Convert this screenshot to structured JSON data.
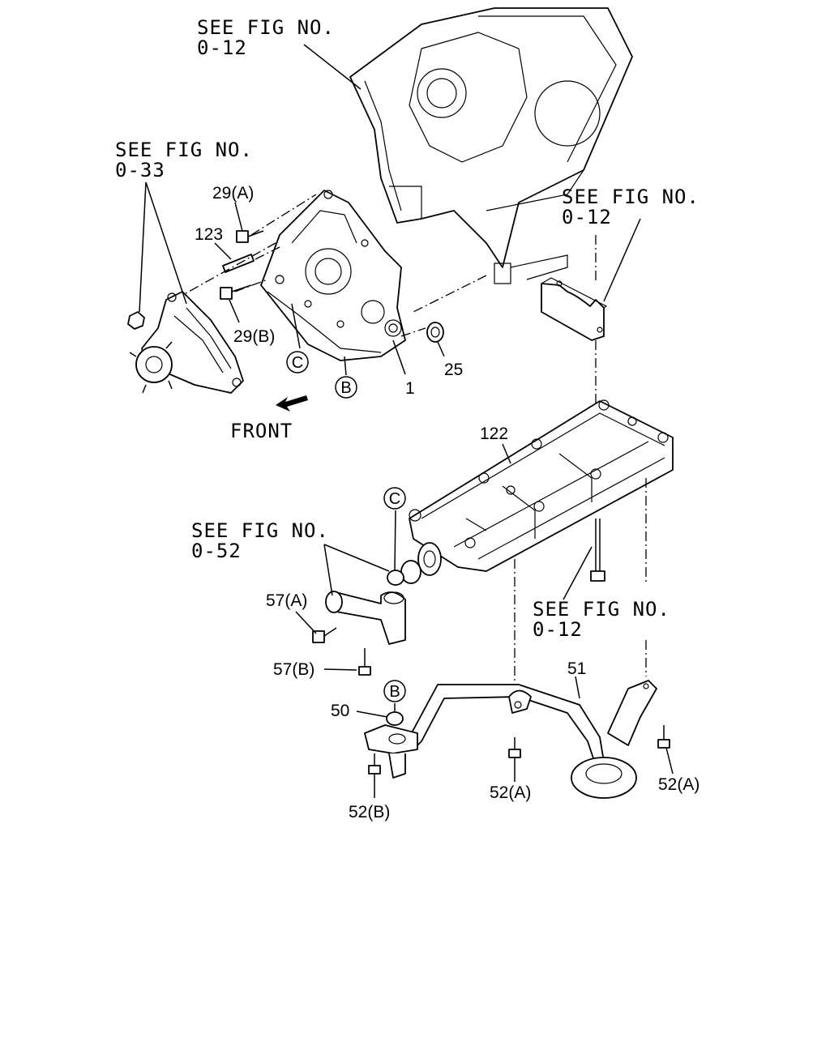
{
  "refs": {
    "fig_0_12_top": [
      "SEE FIG NO.",
      "0-12"
    ],
    "fig_0_33": [
      "SEE FIG NO.",
      "0-33"
    ],
    "fig_0_12_right": [
      "SEE FIG NO.",
      "0-12"
    ],
    "fig_0_52": [
      "SEE FIG NO.",
      "0-52"
    ],
    "fig_0_12_lower": [
      "SEE FIG NO.",
      "0-12"
    ]
  },
  "front_label": "FRONT",
  "callouts": {
    "p29a": "29(A)",
    "p123": "123",
    "p29b": "29(B)",
    "p1": "1",
    "p25": "25",
    "p122": "122",
    "p57a": "57(A)",
    "p57b": "57(B)",
    "p51": "51",
    "p50": "50",
    "p52b": "52(B)",
    "p52a_left": "52(A)",
    "p52a_right": "52(A)"
  },
  "circle_marks": {
    "c1": "C",
    "b1": "B",
    "c2": "C",
    "b2": "B"
  }
}
